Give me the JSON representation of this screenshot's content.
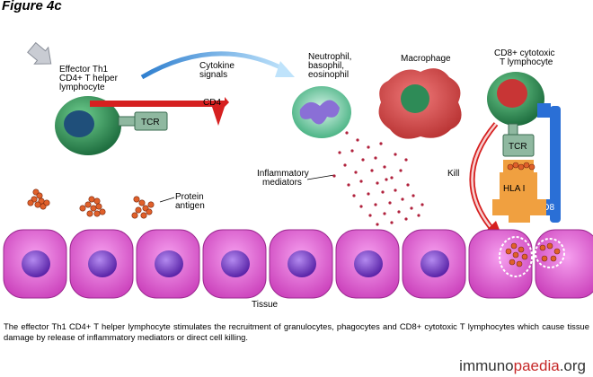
{
  "figure_title": "Figure 4c",
  "labels": {
    "effector": [
      "Effector Th1",
      "CD4+ T helper",
      "lymphocyte"
    ],
    "cytokine": [
      "Cytokine",
      "signals"
    ],
    "neutrophil": [
      "Neutrophil,",
      "basophil,",
      "eosinophil"
    ],
    "macrophage": "Macrophage",
    "cd8_cell": [
      "CD8+ cytotoxic",
      "T lymphocyte"
    ],
    "tcr": "TCR",
    "cd4": "CD4",
    "inflammatory": [
      "Inflammatory",
      "mediators"
    ],
    "kill": "Kill",
    "hla": "HLA I",
    "cd8": "CD8",
    "protein_antigen": [
      "Protein",
      "antigen"
    ],
    "tissue": "Tissue"
  },
  "caption": "The effector Th1 CD4+ T helper lymphocyte stimulates the recruitment of granulocytes, phagocytes and CD8+ cytotoxic T lymphocytes which cause tissue damage by release of inflammatory mediators or direct cell killing.",
  "logo": {
    "part1": "immuno",
    "part2": "paedia",
    "part3": ".org"
  },
  "colors": {
    "green_cell": "#2e8b57",
    "nucleus_blue": "#1f4f7a",
    "red": "#d62020",
    "tissue_pink": "#e55bd6",
    "tissue_nucleus": "#7b3fc6",
    "orange": "#f0a040",
    "cd8_blue": "#2a6fd6",
    "arrow_blue": "#5aa9e0"
  }
}
